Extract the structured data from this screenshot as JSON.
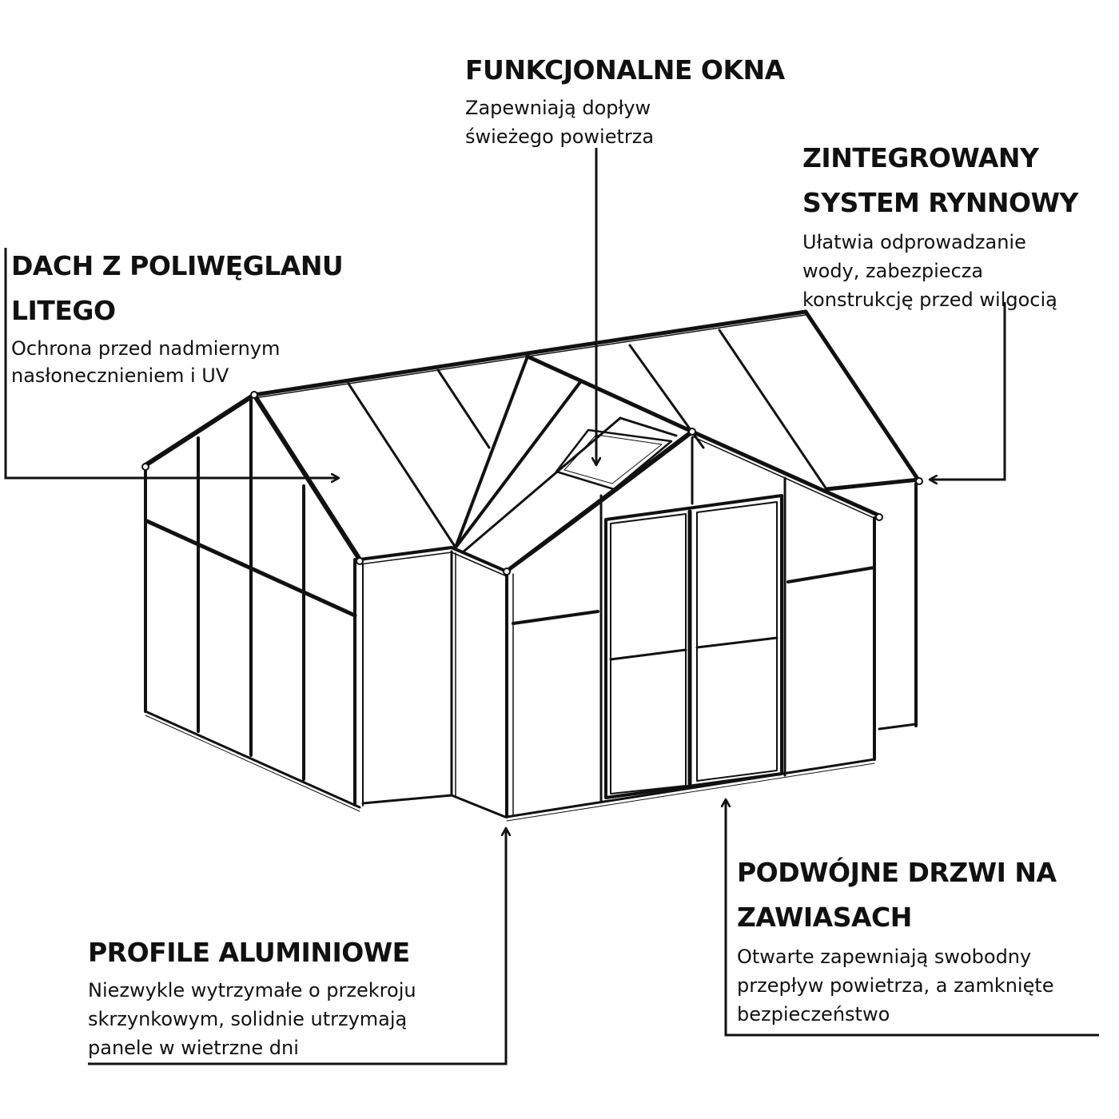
{
  "diagram": {
    "subject": "greenhouse",
    "line_color": "#111111",
    "background": "#ffffff"
  },
  "callouts": {
    "okna": {
      "title": "FUNKCJONALNE OKNA",
      "desc_lines": [
        "Zapewniają dopływ",
        "świeżego powietrza"
      ]
    },
    "rynny": {
      "title_lines": [
        "ZINTEGROWANY",
        "SYSTEM RYNNOWY"
      ],
      "desc_lines": [
        "Ułatwia odprowadzanie",
        "wody, zabezpiecza",
        "konstrukcję przed wilgocią"
      ]
    },
    "dach": {
      "title_lines": [
        "DACH Z POLIWĘGLANU",
        "LITEGO"
      ],
      "desc_lines": [
        "Ochrona przed nadmiernym",
        "nasłonecznieniem i UV"
      ]
    },
    "profile": {
      "title": "PROFILE ALUMINIOWE",
      "desc_lines": [
        "Niezwykle wytrzymałe o przekroju",
        "skrzynkowym, solidnie utrzymają",
        "panele w wietrzne dni"
      ]
    },
    "drzwi": {
      "title_lines": [
        "PODWÓJNE DRZWI NA",
        "ZAWIASACH"
      ],
      "desc_lines": [
        "Otwarte zapewniają swobodny",
        "przepływ powietrza, a zamknięte",
        "bezpieczeństwo"
      ]
    }
  }
}
